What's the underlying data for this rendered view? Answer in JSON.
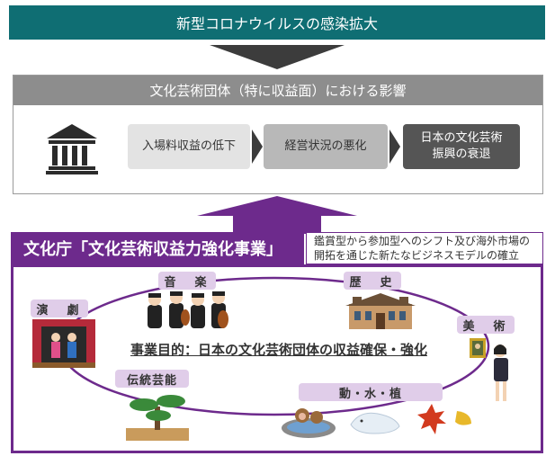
{
  "banner": {
    "title": "新型コロナウイルスの感染拡大"
  },
  "impact": {
    "header": "文化芸術団体（特に収益面）における影響",
    "steps": [
      {
        "label": "入場料収益の低下"
      },
      {
        "label": "経営状況の悪化"
      },
      {
        "label_line1": "日本の文化芸術",
        "label_line2": "振興の衰退"
      }
    ]
  },
  "program": {
    "title": "文化庁「文化芸術収益力強化事業」",
    "note_line1": "鑑賞型から参加型へのシフト及び海外市場の",
    "note_line2": "開拓を通じた新たなビジネスモデルの確立",
    "objective": "事業目的：日本の文化芸術団体の収益確保・強化",
    "fields": [
      "音　楽",
      "歴　史",
      "演　劇",
      "美　術",
      "伝統芸能",
      "動・水・植"
    ]
  },
  "colors": {
    "teal": "#0f6e73",
    "gray": "#8d8d8d",
    "purple": "#6d2a8c",
    "lavender": "#e0cde9"
  }
}
